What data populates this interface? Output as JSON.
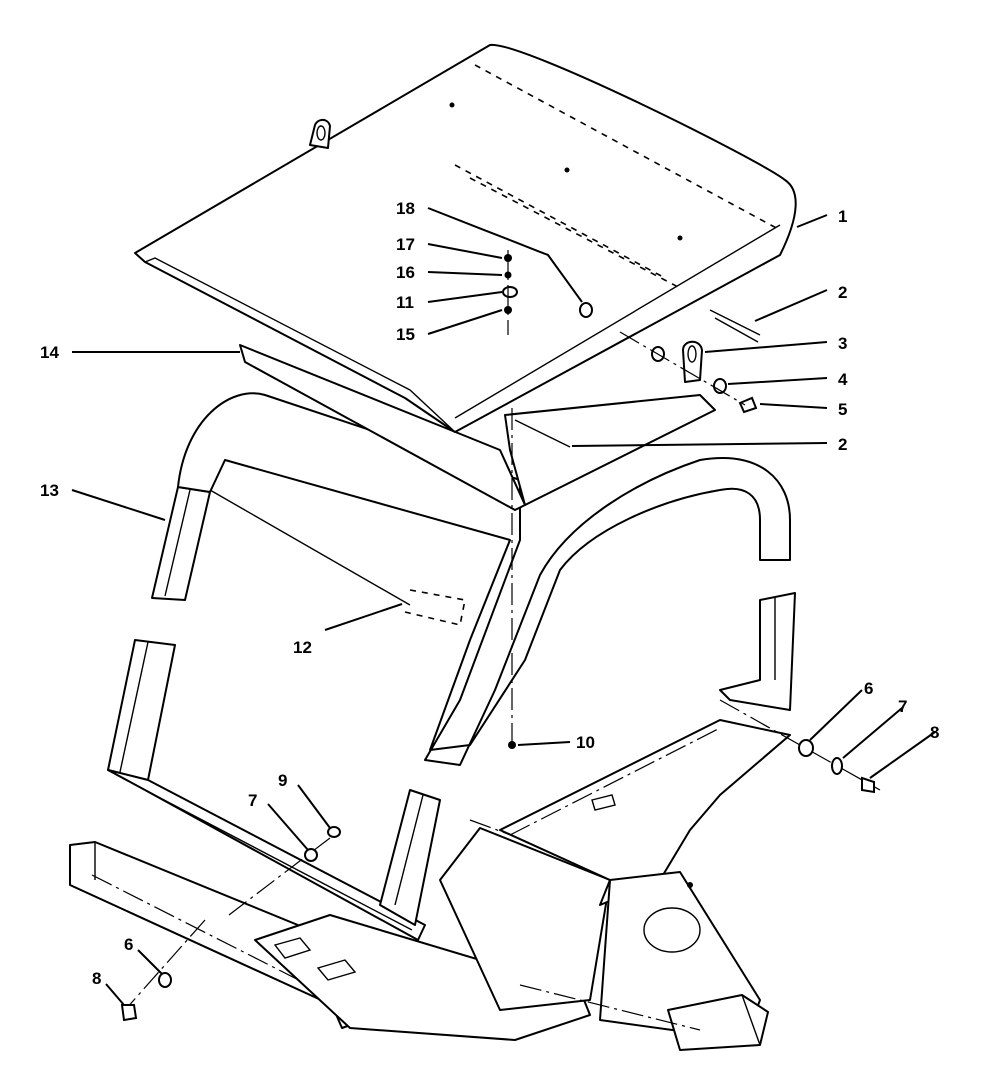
{
  "diagram": {
    "callouts": [
      {
        "id": "c1",
        "label": "1"
      },
      {
        "id": "c2a",
        "label": "2"
      },
      {
        "id": "c3",
        "label": "3"
      },
      {
        "id": "c4",
        "label": "4"
      },
      {
        "id": "c5",
        "label": "5"
      },
      {
        "id": "c2b",
        "label": "2"
      },
      {
        "id": "c18",
        "label": "18"
      },
      {
        "id": "c17",
        "label": "17"
      },
      {
        "id": "c16",
        "label": "16"
      },
      {
        "id": "c11",
        "label": "11"
      },
      {
        "id": "c15",
        "label": "15"
      },
      {
        "id": "c14",
        "label": "14"
      },
      {
        "id": "c13",
        "label": "13"
      },
      {
        "id": "c12",
        "label": "12"
      },
      {
        "id": "c10",
        "label": "10"
      },
      {
        "id": "c6a",
        "label": "6"
      },
      {
        "id": "c7a",
        "label": "7"
      },
      {
        "id": "c8a",
        "label": "8"
      },
      {
        "id": "c9",
        "label": "9"
      },
      {
        "id": "c7b",
        "label": "7"
      },
      {
        "id": "c6b",
        "label": "6"
      },
      {
        "id": "c8b",
        "label": "8"
      }
    ]
  }
}
